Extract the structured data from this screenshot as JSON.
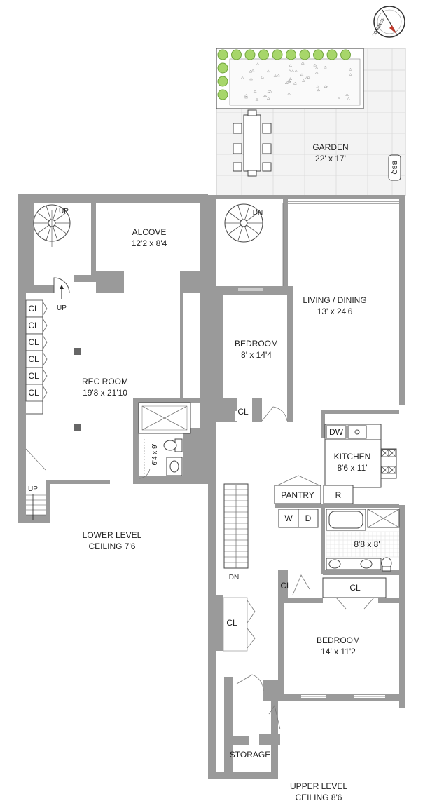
{
  "compass": {
    "text": "COMPASS"
  },
  "garden": {
    "name": "GARDEN",
    "dims": "22' x 17'",
    "bbq": "BBQ"
  },
  "lower": {
    "up_stair_top": "UP",
    "up_entry": "UP",
    "up_bottom": "UP",
    "alcove": {
      "name": "ALCOVE",
      "dims": "12'2 x 8'4"
    },
    "rec_room": {
      "name": "REC ROOM",
      "dims": "19'8 x 21'10"
    },
    "closets": [
      "CL",
      "CL",
      "CL",
      "CL",
      "CL",
      "CL"
    ],
    "bath_dims": "6'4 x 9'",
    "caption_line1": "LOWER LEVEL",
    "caption_line2": "CEILING 7'6"
  },
  "upper": {
    "dn_spiral": "DN",
    "dn_stair": "DN",
    "living": {
      "name": "LIVING / DINING",
      "dims": "13' x 24'6"
    },
    "bedroom1": {
      "name": "BEDROOM",
      "dims": "8' x 14'4"
    },
    "bedroom1_cl": "CL",
    "kitchen": {
      "name": "KITCHEN",
      "dims": "8'6 x 11'"
    },
    "dw": "DW",
    "pantry": "PANTRY",
    "fridge": "R",
    "washer": "W",
    "dryer": "D",
    "bath_dims": "8'8 x 8'",
    "cl_a": "CL",
    "cl_b": "CL",
    "cl_c": "CL",
    "bedroom2": {
      "name": "BEDROOM",
      "dims": "14' x 11'2"
    },
    "storage": "STORAGE",
    "caption_line1": "UPPER LEVEL",
    "caption_line2": "CEILING 8'6"
  }
}
